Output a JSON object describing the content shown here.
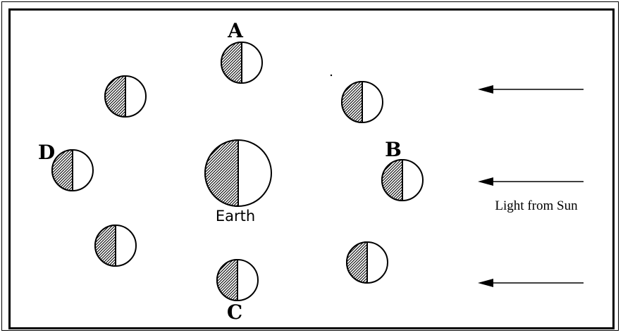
{
  "labels": {
    "a": "A",
    "b": "B",
    "c": "C",
    "d": "D",
    "earth": "Earth",
    "sun": "Light from Sun"
  },
  "colors": {
    "line": "#000000",
    "lit": "#ffffff",
    "shade_pattern": "diagonal-hatch"
  }
}
